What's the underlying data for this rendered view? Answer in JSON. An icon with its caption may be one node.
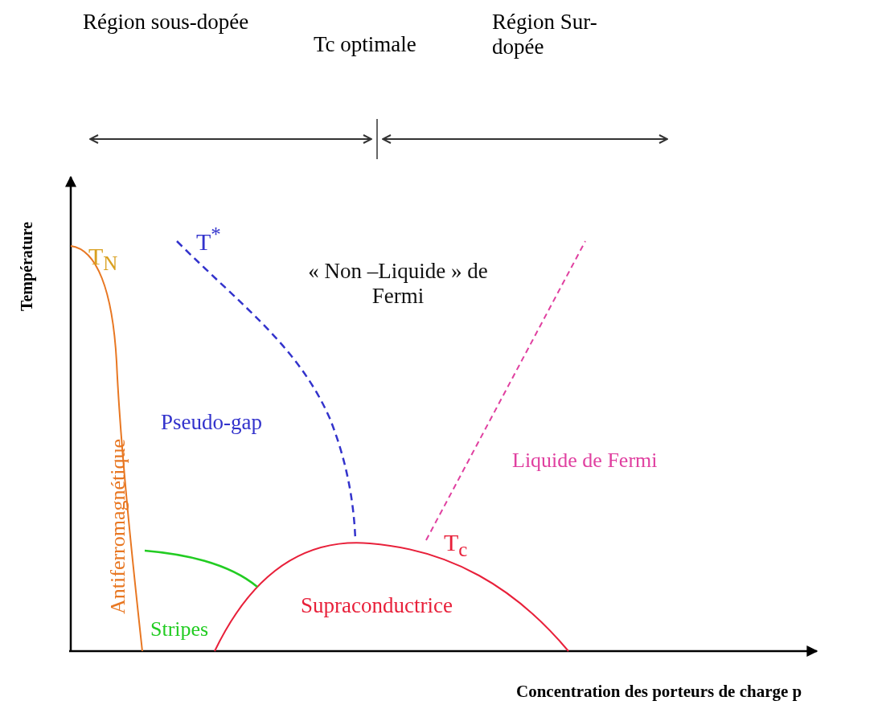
{
  "diagram": {
    "labels": [
      "Région sous-dopée",
      "Tc optimale",
      "Région Sur-dopée",
      "Température",
      "T$^{*}$",
      "T$_{N}$",
      "« Non –Liquide » de Fermi",
      "Antiferromagnétique",
      "Pseudo-gap",
      "Liquide de Fermi",
      "T$_{c}$",
      "Stripes",
      "Supraconductrice",
      "Concentration des porteurs de charge p"
    ]
  }
}
